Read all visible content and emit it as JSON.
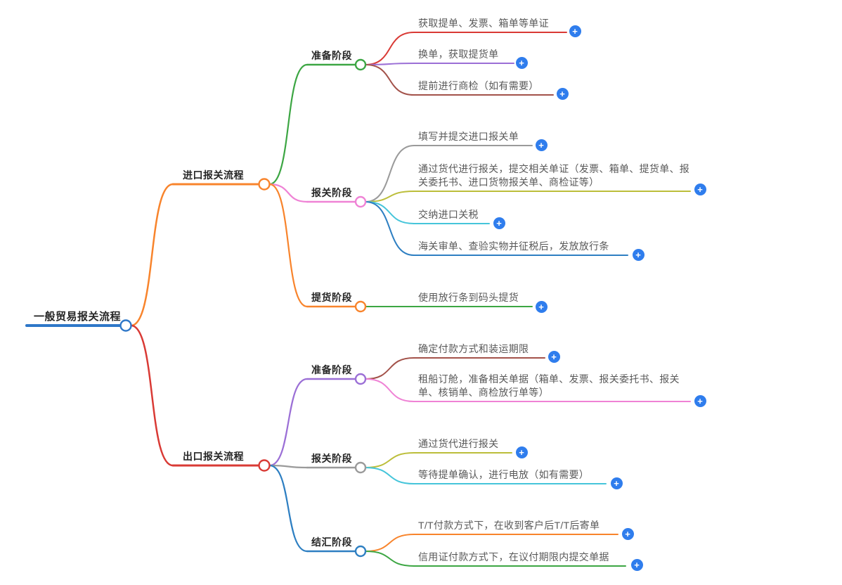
{
  "mindmap": {
    "plus_color": "#2f7ded",
    "icons": {
      "add_glyph": "+"
    },
    "root": {
      "label": "一般贸易报关流程",
      "color": "#2e77c8"
    },
    "branches": [
      {
        "label": "进口报关流程",
        "color": "#f8842c",
        "stages": [
          {
            "label": "准备阶段",
            "color": "#3ca643",
            "items": [
              {
                "label": "获取提单、发票、箱单等单证",
                "color": "#d93a35"
              },
              {
                "label": "换单，获取提货单",
                "color": "#9b6fd6"
              },
              {
                "label": "提前进行商检（如有需要）",
                "color": "#a3524a"
              }
            ]
          },
          {
            "label": "报关阶段",
            "color": "#ef82d5",
            "items": [
              {
                "label": "填写并提交进口报关单",
                "color": "#9a9a9a"
              },
              {
                "label": "通过货代进行报关，提交相关单证（发票、箱单、提货单、报关委托书、进口货物报关单、商检证等）",
                "color": "#bcbe3a"
              },
              {
                "label": "交纳进口关税",
                "color": "#45c5da"
              },
              {
                "label": "海关审单、查验实物并征税后，发放放行条",
                "color": "#2e7fc2"
              }
            ]
          },
          {
            "label": "提货阶段",
            "color": "#f8842c",
            "items": [
              {
                "label": "使用放行条到码头提货",
                "color": "#3ca643"
              }
            ]
          }
        ]
      },
      {
        "label": "出口报关流程",
        "color": "#d93a35",
        "stages": [
          {
            "label": "准备阶段",
            "color": "#9b6fd6",
            "items": [
              {
                "label": "确定付款方式和装运期限",
                "color": "#a3524a"
              },
              {
                "label": "租船订舱，准备相关单据（箱单、发票、报关委托书、报关单、核销单、商检放行单等）",
                "color": "#ef82d5"
              }
            ]
          },
          {
            "label": "报关阶段",
            "color": "#9a9a9a",
            "items": [
              {
                "label": "通过货代进行报关",
                "color": "#bcbe3a"
              },
              {
                "label": "等待提单确认，进行电放（如有需要）",
                "color": "#45c5da"
              }
            ]
          },
          {
            "label": "结汇阶段",
            "color": "#2e7fc2",
            "items": [
              {
                "label": "T/T付款方式下，在收到客户后T/T后寄单",
                "color": "#f8842c"
              },
              {
                "label": "信用证付款方式下，在议付期限内提交单据",
                "color": "#3ca643"
              }
            ]
          }
        ]
      }
    ]
  }
}
